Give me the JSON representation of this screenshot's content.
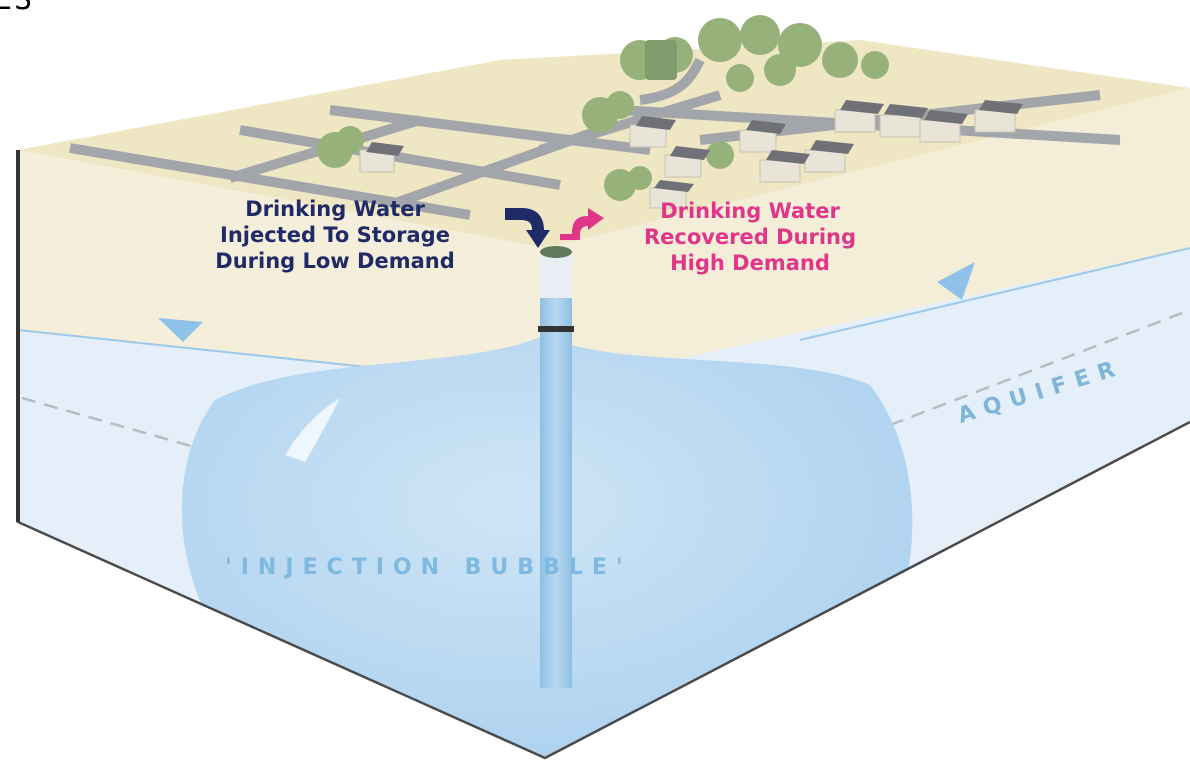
{
  "corner_text": "ES",
  "labels": {
    "injected": [
      "Drinking Water",
      "Injected To Storage",
      "During Low Demand"
    ],
    "recovered": [
      "Drinking Water",
      "Recovered During",
      "High Demand"
    ],
    "aquifer": "AQUIFER",
    "bubble": "'INJECTION   BUBBLE'"
  },
  "colors": {
    "injected_text": "#1f2a66",
    "recovered_text": "#e0368a",
    "ground": "#f3ecd2",
    "aquifer": "#e3eff9",
    "bubble": "#bcd9f1",
    "water_label": "#7fb8e0"
  },
  "icons": [
    "down-arrow-icon",
    "up-arrow-icon",
    "water-table-marker-icon"
  ]
}
